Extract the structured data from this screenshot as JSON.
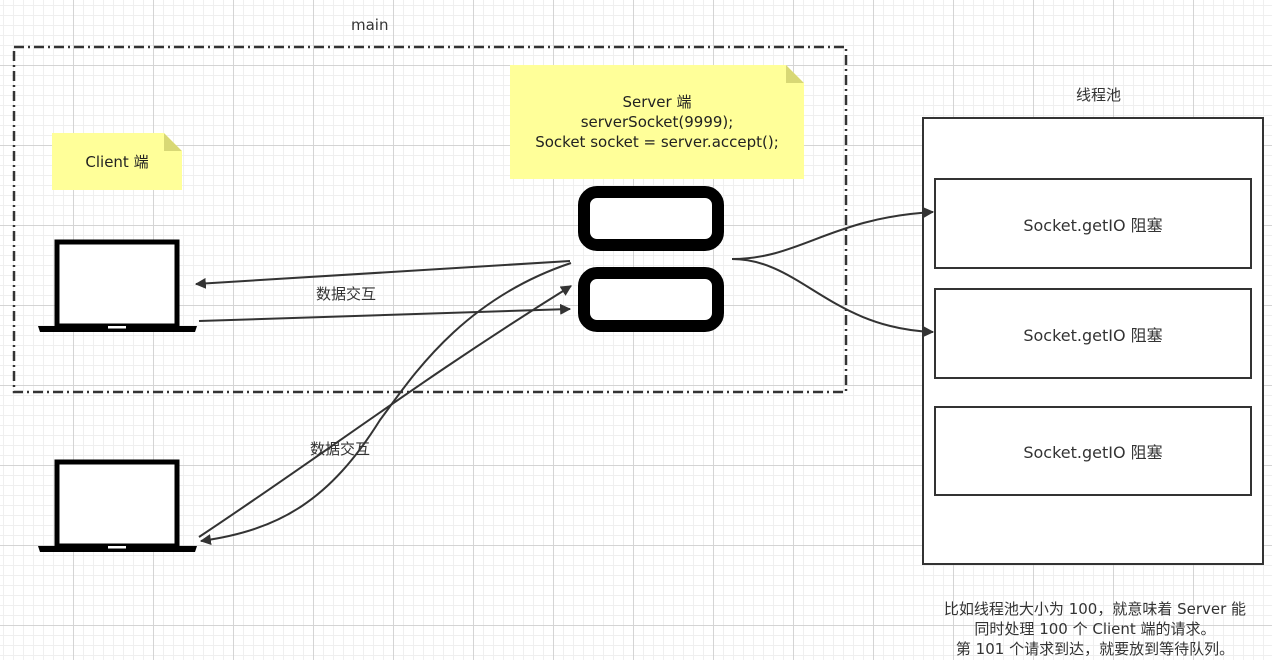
{
  "main_group": {
    "label": "main"
  },
  "client_note": {
    "text": "Client 端"
  },
  "server_note": {
    "line1": "Server 端",
    "line2": "serverSocket(9999);",
    "line3": "Socket socket = server.accept();"
  },
  "exchange_label_1": "数据交互",
  "exchange_label_2": "数据交互",
  "thread_pool": {
    "label": "线程池",
    "threads": [
      {
        "label": "Socket.getIO 阻塞"
      },
      {
        "label": "Socket.getIO 阻塞"
      },
      {
        "label": "Socket.getIO 阻塞"
      }
    ]
  },
  "caption": {
    "line1": "比如线程池大小为 100，就意味着 Server 能",
    "line2": "同时处理 100 个 Client 端的请求。",
    "line3": "第 101 个请求到达，就要放到等待队列。"
  }
}
